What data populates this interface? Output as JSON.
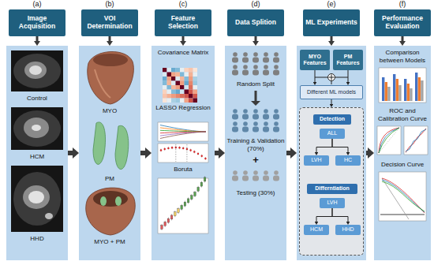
{
  "diagram": {
    "nodes": [
      {
        "text": [
          "(a)",
          "Image Acquisition"
        ]
      },
      {
        "text": [
          "(b)",
          "VOI Determination"
        ]
      },
      {
        "text": [
          "(c)",
          "Feature Selection"
        ]
      },
      {
        "text": [
          "(d)",
          "Data Splition"
        ]
      },
      {
        "text": [
          "(e)",
          "ML Experiments"
        ]
      },
      {
        "text": [
          "(f)",
          "Performance Evaluation"
        ]
      },
      {
        "text": [
          "Control",
          "HCM",
          "HHD"
        ]
      },
      {
        "text": [
          "MYO",
          "PM",
          "MYO + PM"
        ]
      },
      {
        "text": [
          "Covariance Matrix",
          "LASSO Regression",
          "Boruta"
        ]
      },
      {
        "text": [
          "Random Split",
          "Training & Validation (70%)",
          "+",
          "Testing (30%)"
        ]
      },
      {
        "text": []
      },
      {
        "text": [
          "MYO Features"
        ],
        "in": 10
      },
      {
        "text": [
          "PM Features"
        ],
        "in": 10
      },
      {
        "text": [
          "Different ML models"
        ],
        "in": 10
      },
      {
        "text": [],
        "in": 10
      },
      {
        "text": [
          "Detection"
        ],
        "in": 14
      },
      {
        "text": [
          "ALL"
        ],
        "in": 14
      },
      {
        "text": [
          "LVH"
        ],
        "in": 14
      },
      {
        "text": [
          "HC"
        ],
        "in": 14
      },
      {
        "text": [
          "Differntiation"
        ],
        "in": 14
      },
      {
        "text": [
          "LVH"
        ],
        "in": 14
      },
      {
        "text": [
          "HCM"
        ],
        "in": 14
      },
      {
        "text": [
          "HHD"
        ],
        "in": 14
      },
      {
        "text": [
          "Comparison between Models",
          "ROC and Calibration Curve",
          "Decision Curve"
        ]
      }
    ],
    "edges": [
      {
        "from": 0,
        "to": 6,
        "arrow": "to"
      },
      {
        "from": 1,
        "to": 7,
        "arrow": "to"
      },
      {
        "from": 2,
        "to": 8,
        "arrow": "to"
      },
      {
        "from": 3,
        "to": 9,
        "arrow": "to"
      },
      {
        "from": 4,
        "to": 10,
        "arrow": "to"
      },
      {
        "from": 5,
        "to": 23,
        "arrow": "to"
      },
      {
        "from": 6,
        "to": 7,
        "arrow": "to"
      },
      {
        "from": 7,
        "to": 8,
        "arrow": "to"
      },
      {
        "from": 8,
        "to": 9,
        "arrow": "to"
      },
      {
        "from": 9,
        "to": 10,
        "arrow": "to"
      },
      {
        "from": 10,
        "to": 23,
        "arrow": "to"
      },
      {
        "from": 11,
        "to": 13,
        "arrow": "to"
      },
      {
        "from": 12,
        "to": 13,
        "arrow": "to"
      },
      {
        "from": 13,
        "to": 14,
        "arrow": "to"
      },
      {
        "from": 16,
        "to": 17,
        "arrow": "to"
      },
      {
        "from": 16,
        "to": 18,
        "arrow": "to"
      },
      {
        "from": 20,
        "to": 21,
        "arrow": "to"
      },
      {
        "from": 20,
        "to": 22,
        "arrow": "to"
      }
    ]
  }
}
